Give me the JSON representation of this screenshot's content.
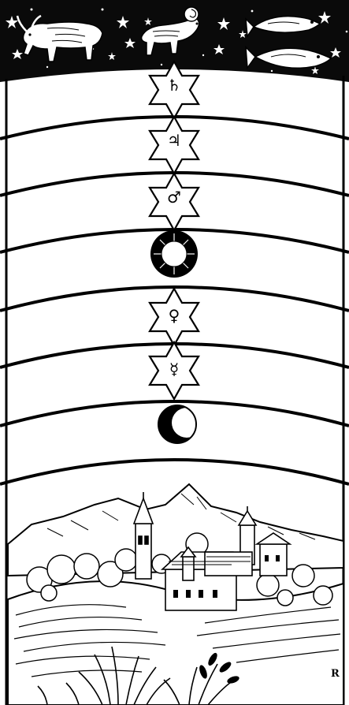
{
  "zodiac": {
    "band_color": "#0a0a0a",
    "signs": [
      {
        "name": "taurus",
        "icon": "bull-icon"
      },
      {
        "name": "aries",
        "icon": "ram-icon"
      },
      {
        "name": "pisces",
        "icon": "fishes-icon"
      }
    ]
  },
  "spheres": [
    {
      "body": "saturn",
      "icon": "saturn-star-icon",
      "glyph": "♄"
    },
    {
      "body": "jupiter",
      "icon": "jupiter-star-icon",
      "glyph": "♃"
    },
    {
      "body": "mars",
      "icon": "mars-star-icon",
      "glyph": "♂"
    },
    {
      "body": "sun",
      "icon": "sun-icon",
      "glyph": ""
    },
    {
      "body": "venus",
      "icon": "venus-star-icon",
      "glyph": "♀"
    },
    {
      "body": "mercury",
      "icon": "mercury-star-icon",
      "glyph": "☿"
    },
    {
      "body": "moon",
      "icon": "crescent-moon-icon",
      "glyph": ""
    }
  ],
  "landscape": {
    "elements": [
      "mountains",
      "church-towers",
      "town",
      "trees",
      "grass"
    ]
  },
  "signature": {
    "text": "R"
  },
  "colors": {
    "ink": "#000000",
    "paper": "#ffffff"
  }
}
